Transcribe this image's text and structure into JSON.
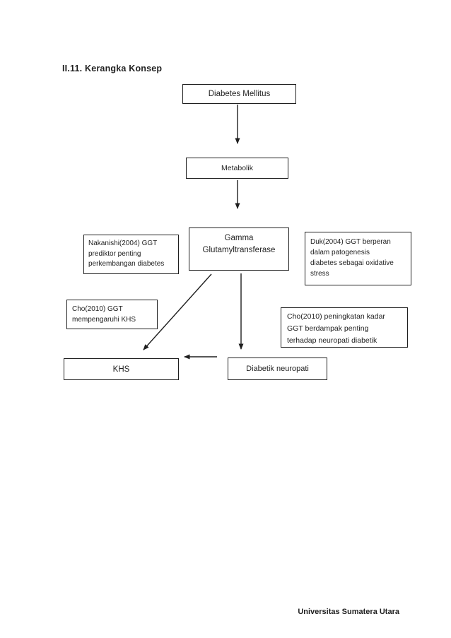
{
  "page": {
    "heading": "II.11. Kerangka Konsep",
    "footer": "Universitas Sumatera Utara"
  },
  "diagram": {
    "nodes": {
      "diabetes_mellitus": "Diabetes Mellitus",
      "metabolik": "Metabolik",
      "gamma": "Gamma\nGlutamyltransferase",
      "nakanishi": "Nakanishi(2004) GGT\nprediktor penting\nperkembangan diabetes",
      "duk": "Duk(2004) GGT berperan\ndalam patogenesis\ndiabetes sebagai oxidative\nstress",
      "cho_khs": "Cho(2010) GGT\nmempengaruhi KHS",
      "cho_neuropati": "Cho(2010) peningkatan kadar\nGGT berdampak penting\nterhadap neuropati diabetik",
      "khs": "KHS",
      "diabetik_neuropati": "Diabetik neuropati"
    },
    "edges": [
      {
        "from": "diabetes_mellitus",
        "to": "metabolik"
      },
      {
        "from": "metabolik",
        "to": "gamma"
      },
      {
        "from": "gamma",
        "to": "khs"
      },
      {
        "from": "gamma",
        "to": "diabetik_neuropati"
      },
      {
        "from": "diabetik_neuropati",
        "to": "khs"
      }
    ],
    "colors": {
      "text": "#1f1f1f",
      "border": "#1f1f1f",
      "background": "#ffffff"
    }
  }
}
